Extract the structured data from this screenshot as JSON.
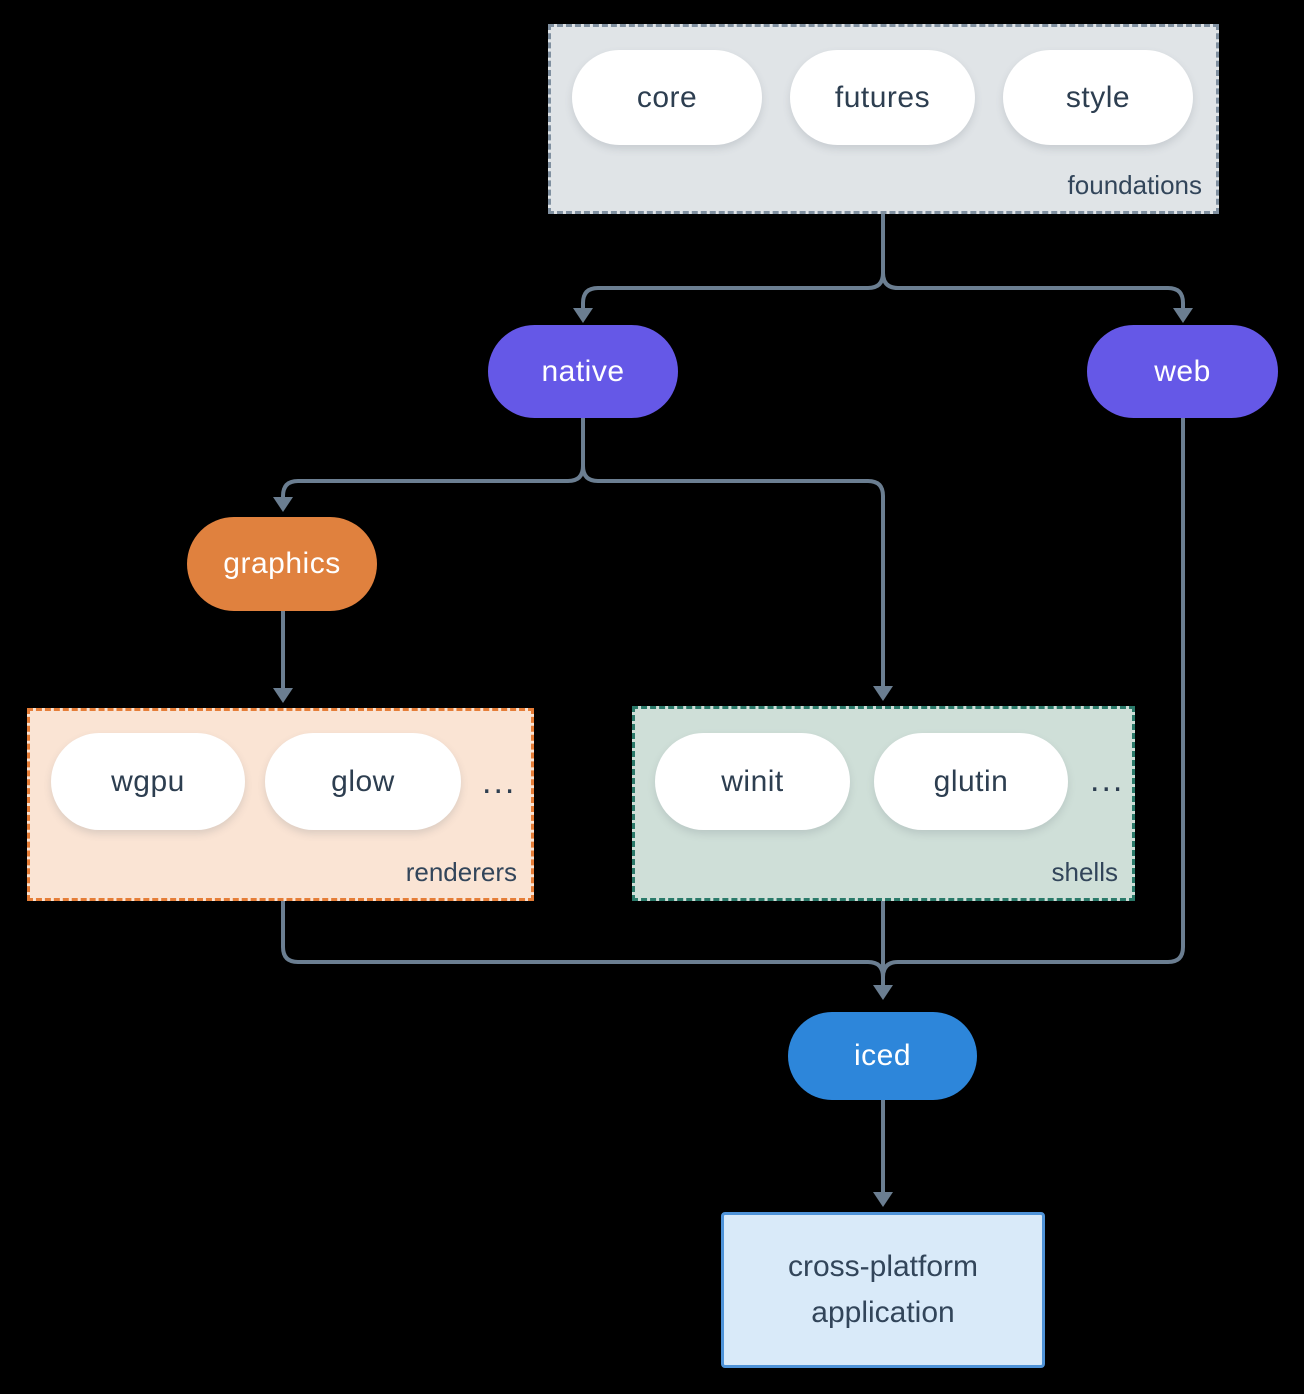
{
  "colors": {
    "background": "#000000",
    "connector_line": "#6b7e91",
    "purple_pill": "#6558e7",
    "orange_pill": "#e0813e",
    "blue_pill": "#2d86da",
    "white_pill_text": "#2d3e50",
    "foundations_fill": "#e0e4e7",
    "foundations_border": "#8090a0",
    "renderers_fill": "#fae4d4",
    "renderers_border": "#e57d37",
    "shells_fill": "#cfdfd8",
    "shells_border": "#2b7a6a",
    "app_fill": "#d9eaf9",
    "app_border": "#4f93d8",
    "label_text": "#32455a"
  },
  "foundations": {
    "label": "foundations",
    "items": [
      "core",
      "futures",
      "style"
    ]
  },
  "nodes": {
    "native": "native",
    "web": "web",
    "graphics": "graphics",
    "iced": "iced"
  },
  "renderers": {
    "label": "renderers",
    "items": [
      "wgpu",
      "glow"
    ],
    "more": "..."
  },
  "shells": {
    "label": "shells",
    "items": [
      "winit",
      "glutin"
    ],
    "more": "..."
  },
  "app": {
    "label": "cross-platform application"
  }
}
